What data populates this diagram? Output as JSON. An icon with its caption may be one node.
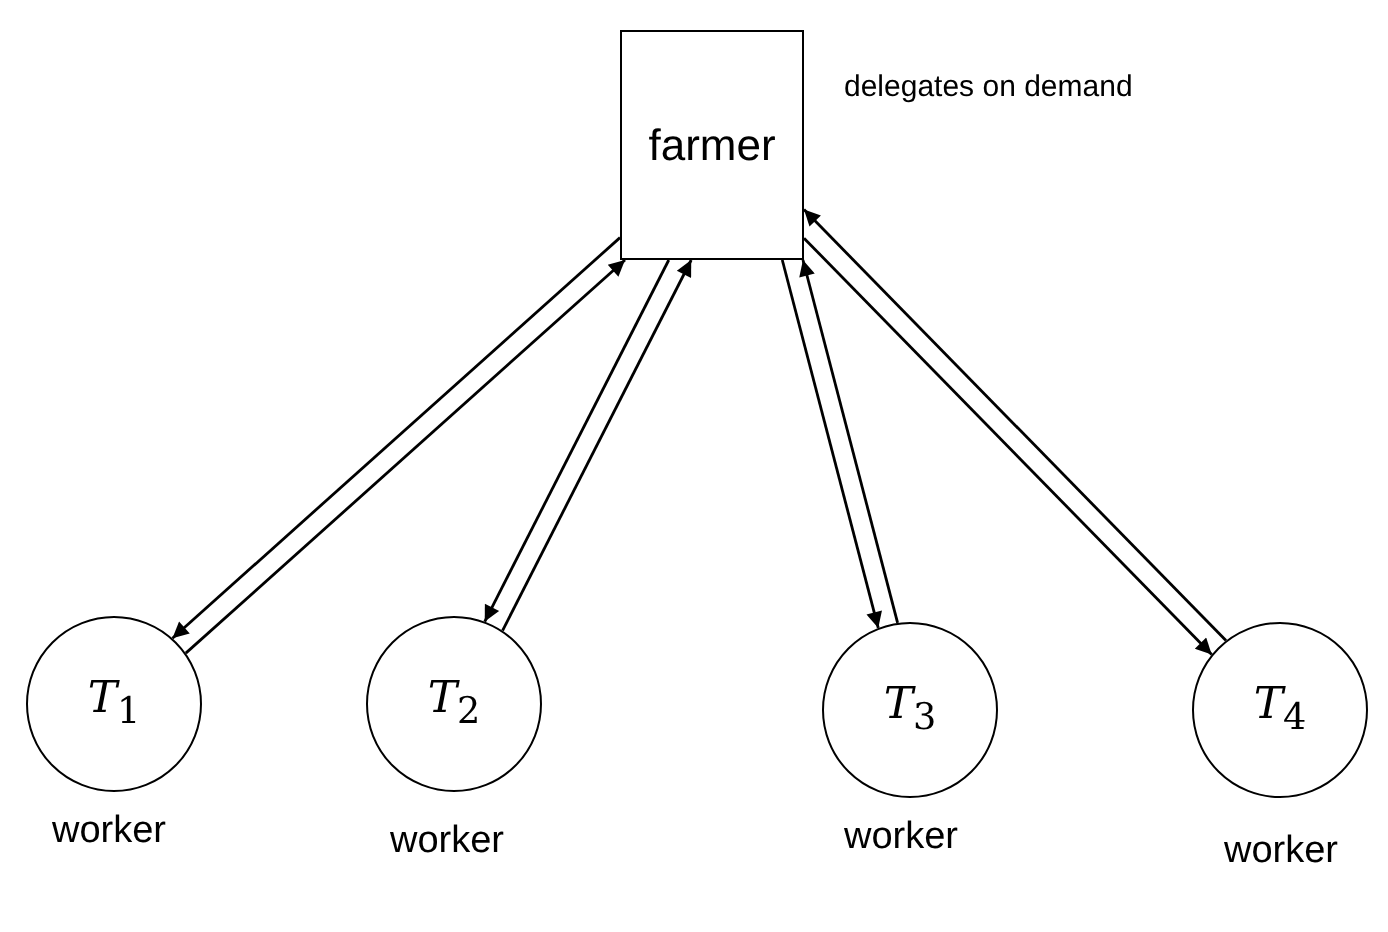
{
  "diagram": {
    "nodes": [
      {
        "text": [
          "farmer"
        ],
        "beside": [
          "delegates on demand"
        ]
      },
      {
        "text": [
          "*T*$_{1}$"
        ],
        "beside": [
          "worker"
        ]
      },
      {
        "text": [
          "*T*$_{2}$"
        ],
        "beside": [
          "worker"
        ]
      },
      {
        "text": [
          "*T*$_{3}$"
        ],
        "beside": [
          "worker"
        ]
      },
      {
        "text": [
          "*T*$_{4}$"
        ],
        "beside": [
          "worker"
        ]
      }
    ],
    "edges": [
      {
        "from": 0,
        "to": 1,
        "arrow": "to"
      },
      {
        "from": 1,
        "to": 0,
        "arrow": "to"
      },
      {
        "from": 0,
        "to": 2,
        "arrow": "to"
      },
      {
        "from": 2,
        "to": 0,
        "arrow": "to"
      },
      {
        "from": 0,
        "to": 3,
        "arrow": "to"
      },
      {
        "from": 3,
        "to": 0,
        "arrow": "to"
      },
      {
        "from": 0,
        "to": 4,
        "arrow": "to"
      },
      {
        "from": 4,
        "to": 0,
        "arrow": "to"
      }
    ]
  }
}
